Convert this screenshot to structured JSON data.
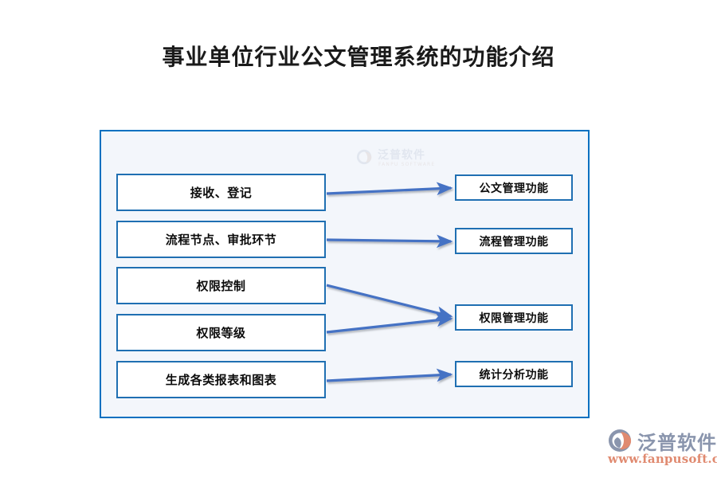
{
  "page": {
    "title": "事业单位行业公文管理系统的功能介绍",
    "background_color": "#ffffff"
  },
  "diagram": {
    "panel": {
      "background_color": "#f3f6fb",
      "border_color": "#0070c0"
    },
    "watermark": {
      "cn_text": "泛普软件",
      "en_text": "FANPU SOFTWARE"
    },
    "box_border_color": "#1f6fb2",
    "arrow_color": "#4472c4",
    "left_nodes": [
      {
        "label": "接收、登记"
      },
      {
        "label": "流程节点、审批环节"
      },
      {
        "label": "权限控制"
      },
      {
        "label": "权限等级"
      },
      {
        "label": "生成各类报表和图表"
      }
    ],
    "right_nodes": [
      {
        "label": "公文管理功能"
      },
      {
        "label": "流程管理功能"
      },
      {
        "label": "权限管理功能"
      },
      {
        "label": "统计分析功能"
      }
    ],
    "connections": [
      {
        "from": "接收、登记",
        "to": "公文管理功能"
      },
      {
        "from": "流程节点、审批环节",
        "to": "流程管理功能"
      },
      {
        "from": "权限控制",
        "to": "权限管理功能"
      },
      {
        "from": "权限等级",
        "to": "权限管理功能"
      },
      {
        "from": "生成各类报表和图表",
        "to": "统计分析功能"
      }
    ]
  },
  "brand": {
    "name_cn": "泛普软件",
    "url": "www.fanpusoft.com",
    "name_color": "#8a95ad",
    "url_color": "#e08a70"
  }
}
